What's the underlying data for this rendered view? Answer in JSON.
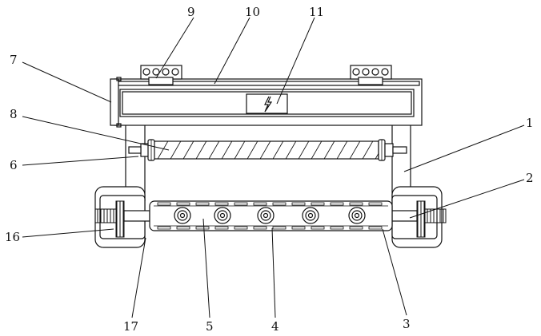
{
  "labels": {
    "l1": "1",
    "l2": "2",
    "l3": "3",
    "l4": "4",
    "l5": "5",
    "l6": "6",
    "l7": "7",
    "l8": "8",
    "l9": "9",
    "l10": "10",
    "l11": "11",
    "l16": "16",
    "l17": "17"
  },
  "colors": {
    "line": "#111111",
    "background": "#ffffff"
  },
  "icons": {
    "switch": "lightning-bolt-icon"
  }
}
